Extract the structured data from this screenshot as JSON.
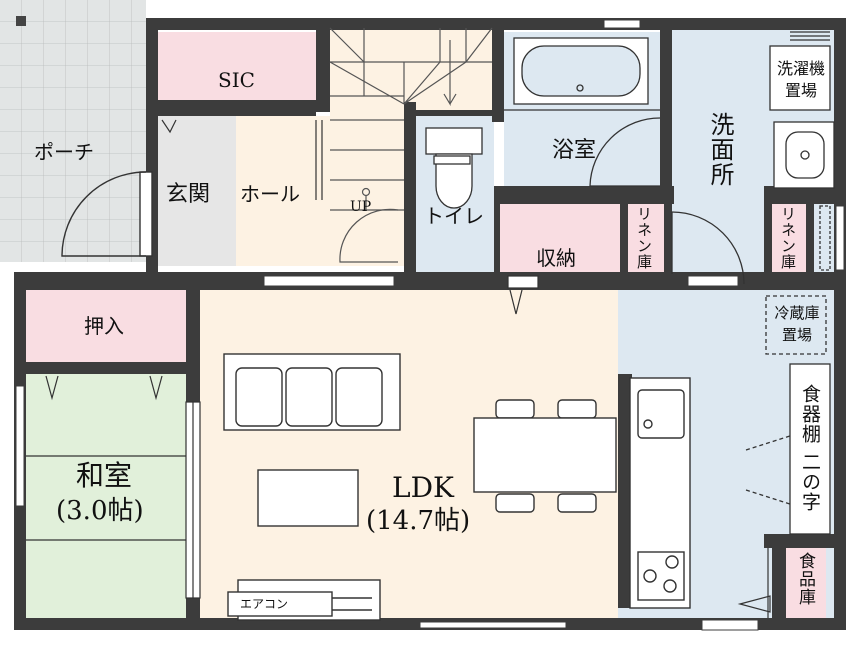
{
  "rooms": {
    "porch": "ポーチ",
    "sic": "SIC",
    "genkan": "玄関",
    "hall": "ホール",
    "up": "UP",
    "toilet": "トイレ",
    "bath": "浴室",
    "washroom": "洗面所",
    "washer_place": "洗濯機\n置場",
    "linen1": "リネン庫",
    "linen2": "リネン庫",
    "storage": "収納",
    "oshiire": "押入",
    "washitsu": "和室",
    "washitsu_size": "(3.0帖)",
    "ldk": "LDK",
    "ldk_size": "(14.7帖)",
    "fridge_place": "冷蔵庫\n置場",
    "cupboard": "食器棚",
    "cupboard_type": "二の字",
    "pantry": "食品庫",
    "aircon": "エアコン"
  },
  "colors": {
    "wall": "#3c3c3c",
    "porch_tile": "#dfe3e3",
    "storage_pink": "#f9dde2",
    "hall_beige": "#fdf2e3",
    "wet_blue": "#dde8f1",
    "tatami_green": "#e1f0da",
    "genkan_gray": "#e6e6e6"
  }
}
